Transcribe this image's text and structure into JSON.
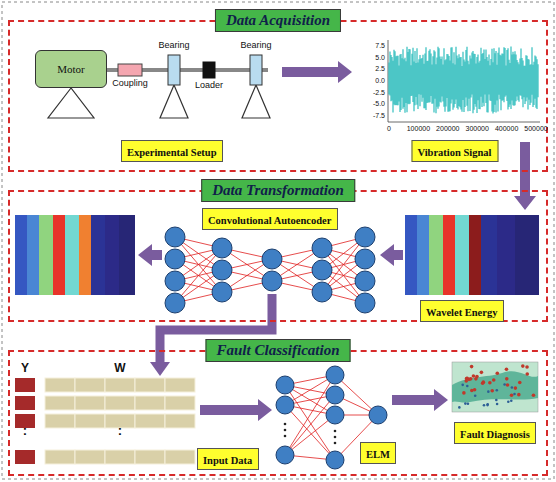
{
  "diagram": {
    "nodes": [
      {
        "text": [
          "Data Acquisition"
        ]
      },
      {
        "text": [
          "Motor"
        ],
        "in": 0
      },
      {
        "text": [
          "Experimental Setup"
        ],
        "in": 0
      },
      {
        "text": [
          "Vibration Signal"
        ],
        "in": 0
      },
      {
        "text": [
          "Data Transformation"
        ]
      },
      {
        "text": [
          "Convolutional Autoencoder"
        ],
        "in": 4
      },
      {
        "text": [
          "Wavelet Energy"
        ],
        "in": 4
      },
      {
        "text": [
          "Fault Classification"
        ]
      },
      {
        "text": [
          "Input Data"
        ],
        "in": 7
      },
      {
        "text": [
          "ELM"
        ],
        "in": 7
      },
      {
        "text": [
          "Fault Diagnosis"
        ],
        "in": 7
      }
    ],
    "labels": [
      "Coupling",
      "Bearing",
      "Loader",
      "Bearing",
      "7.5",
      "5.0",
      "2.5",
      "0.0",
      "-2.5",
      "-5.0",
      "-7.5",
      "0",
      "100000",
      "200000",
      "300000",
      "400000",
      "500000",
      "Y",
      "W",
      ":",
      ":"
    ]
  }
}
